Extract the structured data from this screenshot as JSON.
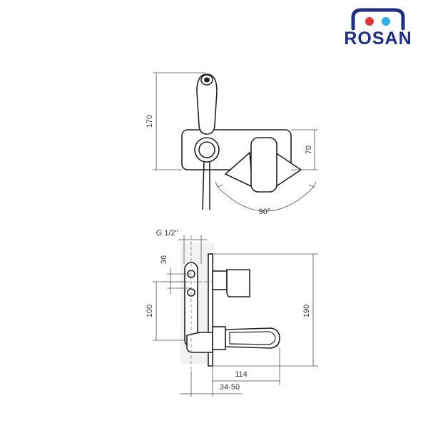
{
  "brand": {
    "name": "ROSAN",
    "colors": {
      "blue": "#1d2e8a",
      "red": "#e63232",
      "cyan": "#2bb3e6"
    }
  },
  "top_view": {
    "dims": {
      "height_total": "170",
      "plate_height": "70",
      "rotation_angle": "90°"
    }
  },
  "side_view": {
    "dims": {
      "thread": "G 1/2\"",
      "upper_offset": "36",
      "axis_distance": "100",
      "total_height": "190",
      "projection": "114",
      "wall_depth": "34-50"
    }
  }
}
